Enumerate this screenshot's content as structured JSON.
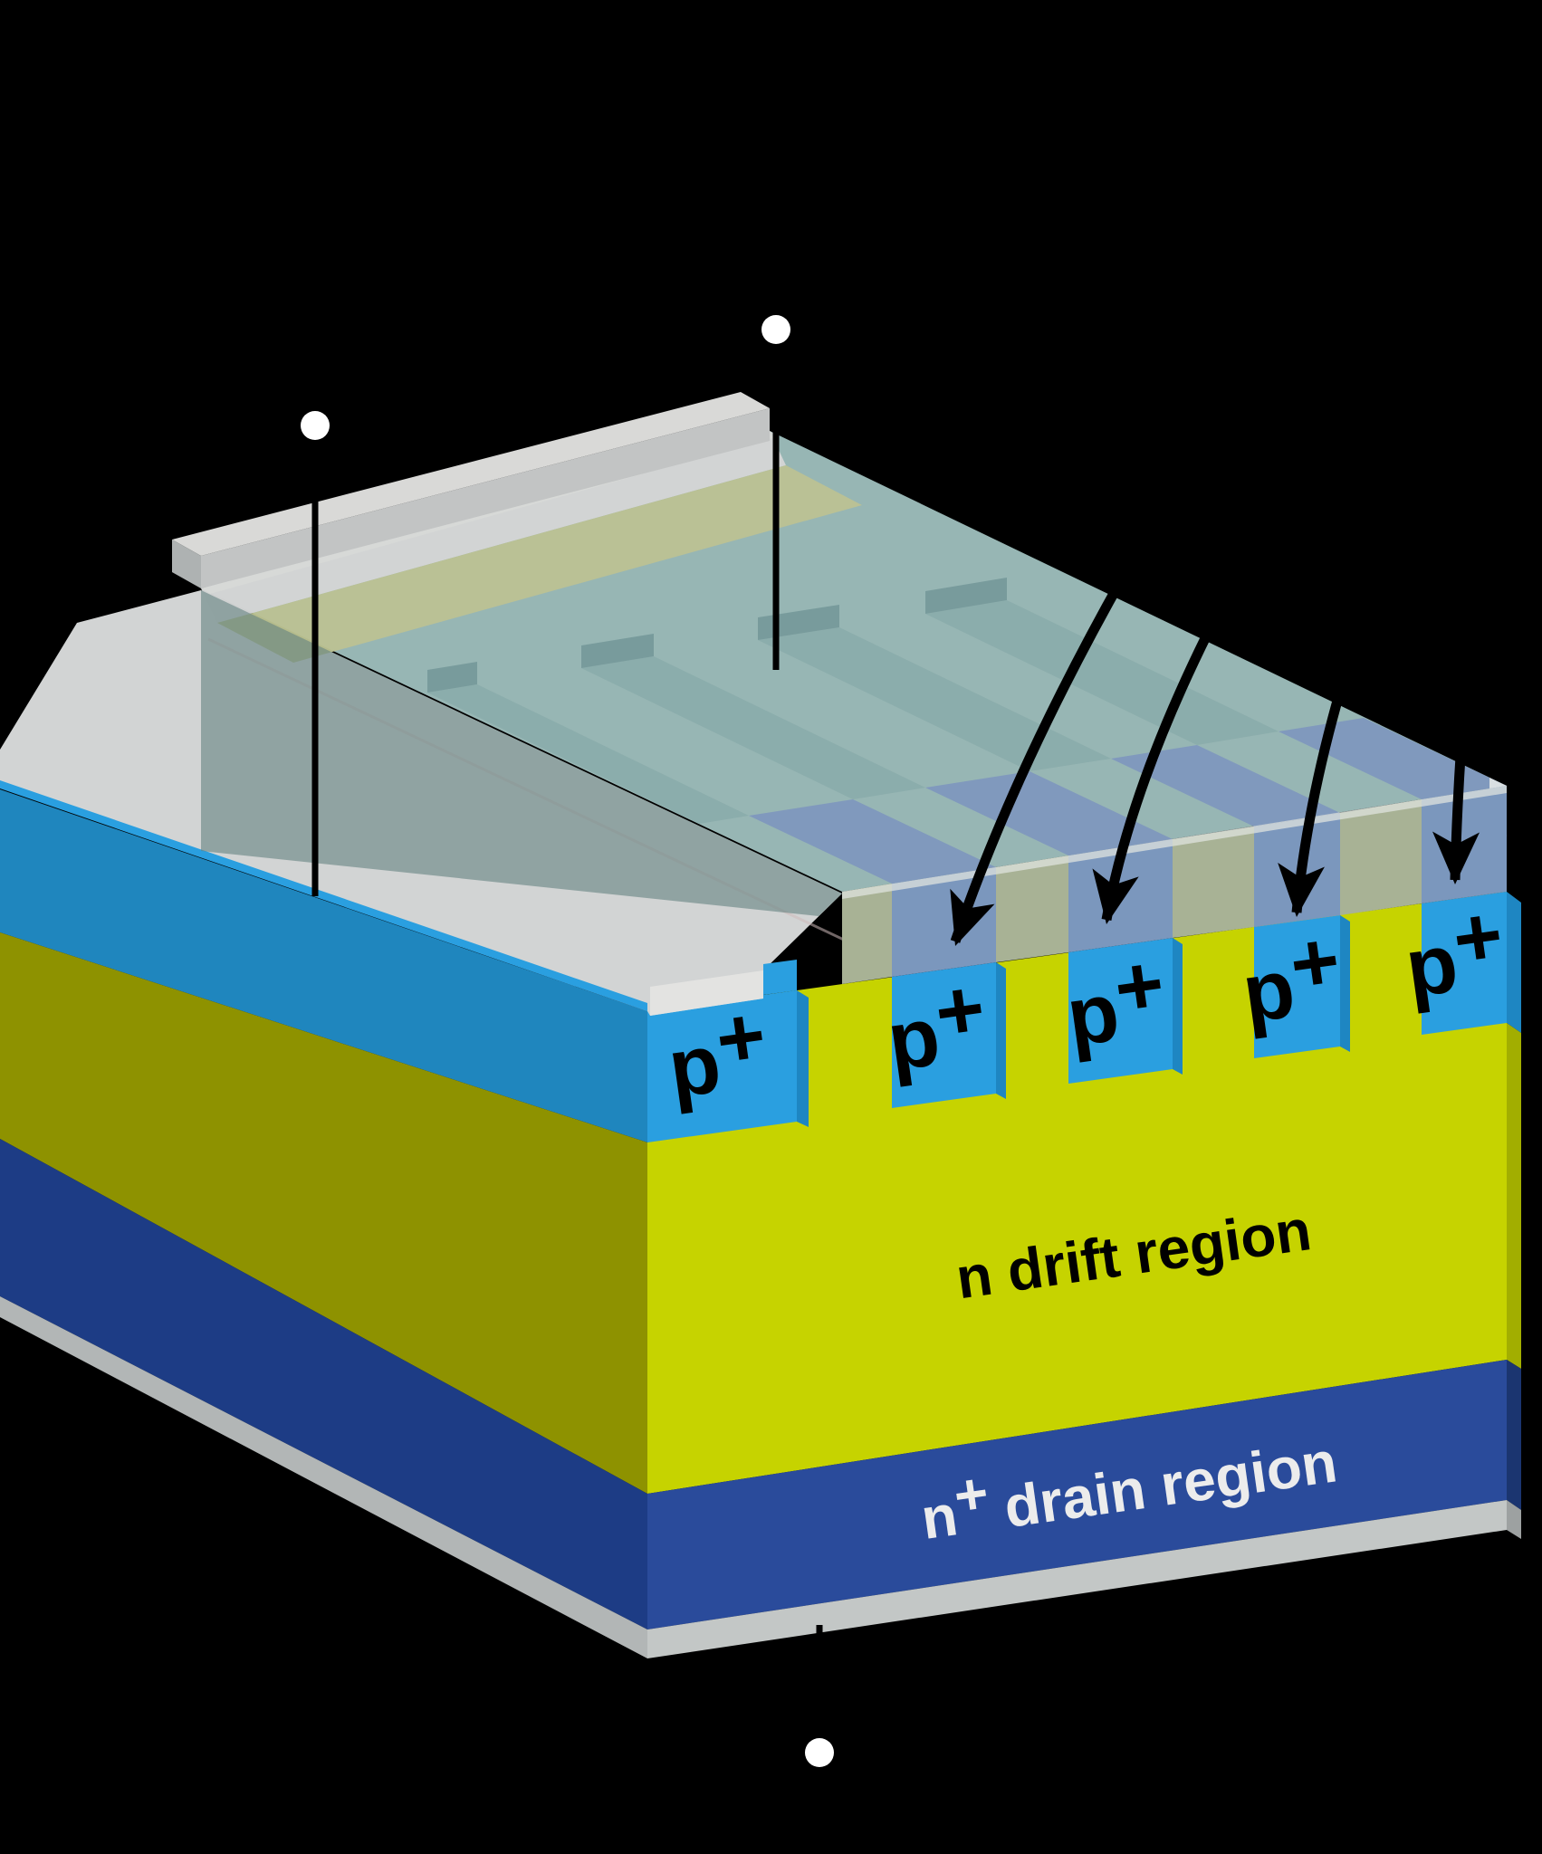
{
  "figure": {
    "background": "#000000",
    "labels": {
      "drift_region": "n drift region",
      "drain_base": "n",
      "drain_sup": "+",
      "drain_rest": "drain region",
      "p_base": "p",
      "p_sup": "+"
    },
    "colors": {
      "background": "#000000",
      "p_front": "#2a9fe0",
      "p_side": "#1e86c2",
      "p_left": "#1f86be",
      "drift_front": "#c6d300",
      "drift_left": "#8e9200",
      "drift_side": "#a2ae00",
      "drain_front": "#2a4b9b",
      "drain_left": "#1d3c85",
      "drain_side": "#1b3570",
      "metal_front": "#c3c7c6",
      "metal_left": "#b2b6b6",
      "metal_side": "#9da1a1",
      "rim": "#d2d4d4",
      "rim_end": "#e3e3e1",
      "bar_top": "#d9d9d7",
      "bar_front": "#c2c4c4",
      "bar_end": "#aeb2b2",
      "plate_teal": "#8fb0ae",
      "plate_teal_dark": "#82a6a5",
      "plate_wall": "#6d9394",
      "plate_olive": "#b5bc8c",
      "plate_gray_band": "#cfd1d1",
      "stripe_top_blue": "#7691b8",
      "apron_blue": "#7b97bd",
      "apron_gap": "#a8b295",
      "arrow": "#000000",
      "leader_line": "#000000",
      "dot": "#ffffff",
      "text_dark": "#000000",
      "text_light": "#ececec"
    },
    "callout_dots": 3,
    "implant_arrows": 4,
    "p_plus_stripes": 4
  }
}
